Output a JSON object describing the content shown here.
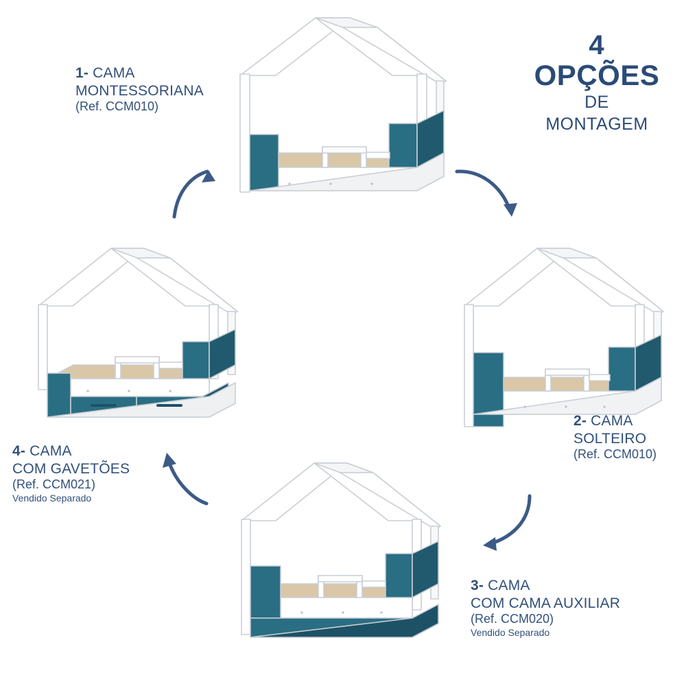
{
  "headline": {
    "number": "4",
    "word": "OPÇÕES",
    "middle": "DE",
    "bottom": "MONTAGEM"
  },
  "colors": {
    "text_blue": "#31507a",
    "headline_blue": "#2b4a77",
    "panel_teal": "#2a6e84",
    "panel_teal_dark": "#215a6e",
    "mattress_beige": "#d9c7a7",
    "white_panel": "#ffffff",
    "outline_gray": "#c8ccd2",
    "arrow_blue": "#3c5a86"
  },
  "options": [
    {
      "id": "option-1",
      "number": "1-",
      "line1": "CAMA",
      "line2": "MONTESSORIANA",
      "ref": "(Ref. CCM010)",
      "sold_separately": ""
    },
    {
      "id": "option-2",
      "number": "2-",
      "line1": "CAMA",
      "line2": "SOLTEIRO",
      "ref": "(Ref. CCM010)",
      "sold_separately": ""
    },
    {
      "id": "option-3",
      "number": "3-",
      "line1": "CAMA",
      "line2": "COM CAMA AUXILIAR",
      "ref": "(Ref. CCM020)",
      "sold_separately": "Vendido Separado"
    },
    {
      "id": "option-4",
      "number": "4-",
      "line1": "CAMA",
      "line2": "COM GAVETÕES",
      "ref": "(Ref. CCM021)",
      "sold_separately": "Vendido Separado"
    }
  ],
  "arrows": [
    {
      "id": "arrow-4-to-1",
      "direction": "up-right"
    },
    {
      "id": "arrow-1-to-2",
      "direction": "down-right"
    },
    {
      "id": "arrow-2-to-3",
      "direction": "down-left"
    },
    {
      "id": "arrow-3-to-4",
      "direction": "up-left"
    }
  ],
  "beds": [
    {
      "id": "bed-montessoriana",
      "name": "house-frame-bed-with-rail"
    },
    {
      "id": "bed-solteiro",
      "name": "house-frame-bed-single"
    },
    {
      "id": "bed-auxiliar",
      "name": "house-frame-bed-with-trundle"
    },
    {
      "id": "bed-gavetoes",
      "name": "house-frame-bed-with-drawers"
    }
  ]
}
